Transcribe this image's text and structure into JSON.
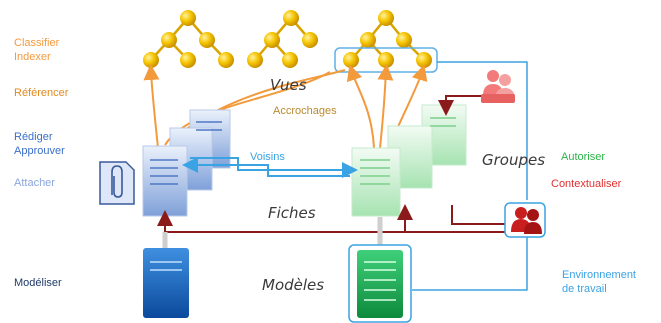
{
  "left_labels": {
    "classifier": "Classifier",
    "indexer": "Indexer",
    "referencer": "Référencer",
    "rediger": "Rédiger",
    "approuver": "Approuver",
    "attacher": "Attacher",
    "modeliser": "Modéliser"
  },
  "center_labels": {
    "vues": "Vues",
    "accrochages": "Accrochages",
    "voisins": "Voisins",
    "fiches": "Fiches",
    "modeles": "Modèles",
    "groupes": "Groupes"
  },
  "right_labels": {
    "autoriser": "Autoriser",
    "contextualiser": "Contextualiser",
    "environnement_line1": "Environnement",
    "environnement_line2": "de travail"
  },
  "colors": {
    "orange": "#f29a3c",
    "blue": "#3a6fc9",
    "light_blue": "#8aa6dd",
    "dark_blue": "#1f3a68",
    "green": "#2db34a",
    "red": "#e03030",
    "sky": "#3aa3e3",
    "dark_red": "#8b1a1a",
    "gold": "#f2b300",
    "tree_line": "#d9a300"
  }
}
